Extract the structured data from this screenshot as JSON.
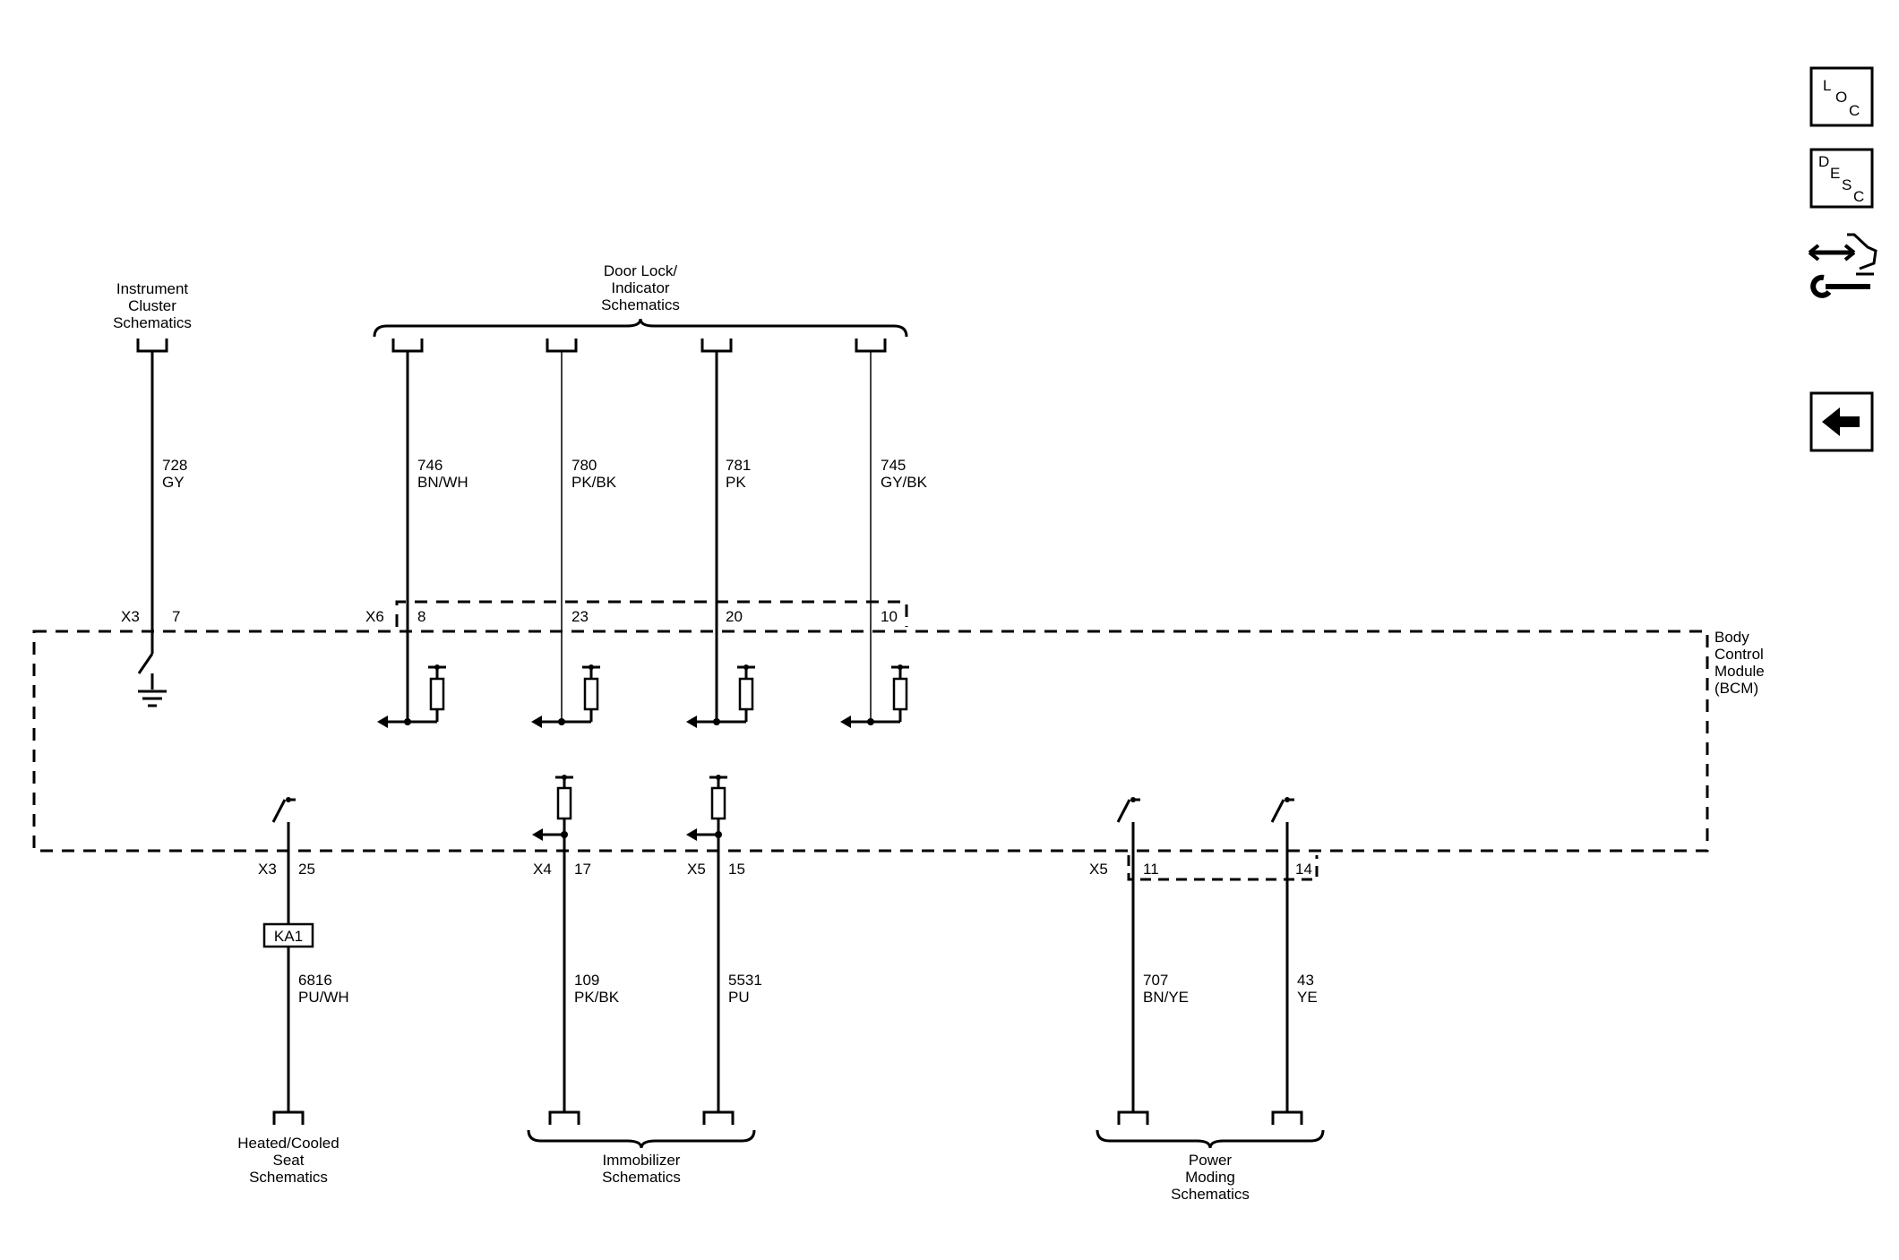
{
  "nav": {
    "loc": {
      "l1": "L",
      "l2": "O",
      "l3": "C"
    },
    "desc": {
      "l1": "D",
      "l2": "E",
      "l3": "S",
      "l4": "C"
    },
    "connector_icon": "connector-wrench-icon",
    "back_icon": "left-arrow-icon"
  },
  "module": {
    "line1": "Body",
    "line2": "Control",
    "line3": "Module",
    "line4": "(BCM)"
  },
  "destinations": {
    "instrument_cluster": {
      "line1": "Instrument",
      "line2": "Cluster",
      "line3": "Schematics"
    },
    "door_lock": {
      "line1": "Door Lock/",
      "line2": "Indicator",
      "line3": "Schematics"
    },
    "heated_seat": {
      "line1": "Heated/Cooled",
      "line2": "Seat",
      "line3": "Schematics"
    },
    "immobilizer": {
      "line1": "Immobilizer",
      "line2": "Schematics"
    },
    "power_moding": {
      "line1": "Power",
      "line2": "Moding",
      "line3": "Schematics"
    }
  },
  "top_circuits": [
    {
      "circuit": "728",
      "color": "GY",
      "connector": "X3",
      "pin": "7"
    },
    {
      "circuit": "746",
      "color": "BN/WH",
      "connector": "X6",
      "pin": "8"
    },
    {
      "circuit": "780",
      "color": "PK/BK",
      "connector": "",
      "pin": "23"
    },
    {
      "circuit": "781",
      "color": "PK",
      "connector": "",
      "pin": "20"
    },
    {
      "circuit": "745",
      "color": "GY/BK",
      "connector": "",
      "pin": "10"
    }
  ],
  "bottom_circuits": [
    {
      "circuit": "6816",
      "color": "PU/WH",
      "connector": "X3",
      "pin": "25",
      "component": "KA1"
    },
    {
      "circuit": "109",
      "color": "PK/BK",
      "connector": "X4",
      "pin": "17"
    },
    {
      "circuit": "5531",
      "color": "PU",
      "connector": "X5",
      "pin": "15"
    },
    {
      "circuit": "707",
      "color": "BN/YE",
      "connector": "X5",
      "pin": "11"
    },
    {
      "circuit": "43",
      "color": "YE",
      "connector": "",
      "pin": "14"
    }
  ]
}
